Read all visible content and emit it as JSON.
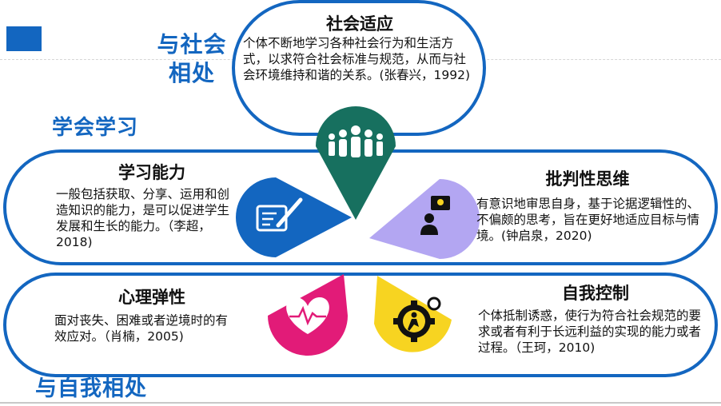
{
  "side_labels": {
    "social": "与社会相处",
    "learn": "学会学习",
    "self": "与自我相处"
  },
  "top": {
    "title": "社会适应",
    "body": "个体不断地学习各种社会行为和生活方式，以求符合社会标准与规范，从而与社会环境维持和谐的关系。(张春兴，1992)"
  },
  "learning": {
    "title": "学习能力",
    "body": "一般包括获取、分享、运用和创造知识的能力，是可以促进学生发展和生长的能力。（李超，2018)"
  },
  "critical": {
    "title": "批判性思维",
    "body": "有意识地审思自身，基于论据逻辑性的、不偏颇的思考，旨在更好地适应目标与情境。(钟启泉，2020)"
  },
  "resilience": {
    "title": "心理弹性",
    "body": "面对丧失、困难或者逆境时的有效应对。（肖楠，2005)"
  },
  "control": {
    "title": "自我控制",
    "body": "个体抵制诱惑，使行为符合社会规范的要求或者有利于长远利益的实现的能力或者过程。（王珂，2010)"
  },
  "colors": {
    "brand_blue": "#1366c0",
    "teal": "#17705f",
    "blue": "#1366c0",
    "lavender": "#b3a6f2",
    "magenta": "#e21b78",
    "yellow": "#f7d421"
  },
  "icons": {
    "top": "group-of-people-icon",
    "learning": "document-pen-icon",
    "critical": "idea-person-icon",
    "resilience": "heart-pulse-icon",
    "control": "gear-runner-icon"
  }
}
